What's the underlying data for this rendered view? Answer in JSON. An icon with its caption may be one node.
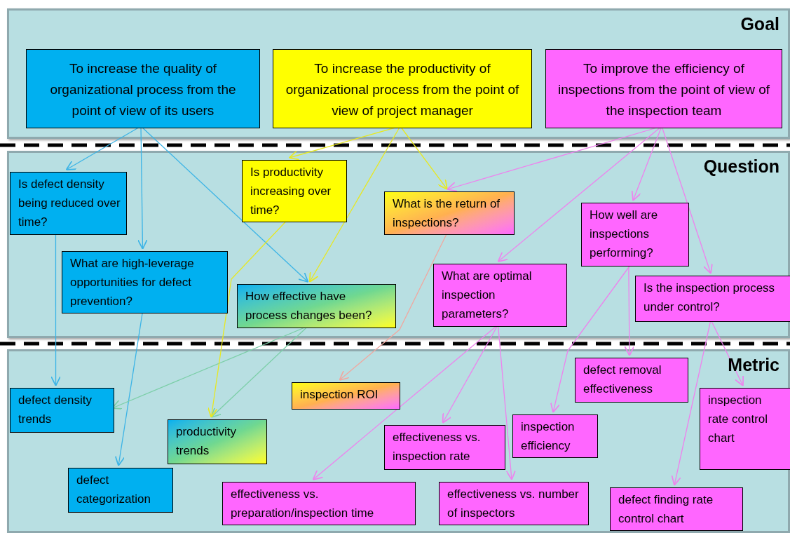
{
  "diagram": {
    "nodes": [
      {
        "text": [
          "Goal"
        ]
      },
      {
        "text": [
          "Question"
        ]
      },
      {
        "text": [
          "Metric"
        ]
      },
      {
        "text": [
          "To increase the quality of organizational process from the point of view of its users"
        ],
        "in": 0
      },
      {
        "text": [
          "To increase the productivity of organizational process from the point of view of project manager"
        ],
        "in": 0
      },
      {
        "text": [
          "To improve the efficiency of inspections from the point of view of the inspection team"
        ],
        "in": 0
      },
      {
        "text": [
          "Is defect density being reduced over time?"
        ],
        "in": 1
      },
      {
        "text": [
          "Is productivity increasing over time?"
        ],
        "in": 1
      },
      {
        "text": [
          "What is the return of inspections?"
        ],
        "in": 1
      },
      {
        "text": [
          "How well are inspections performing?"
        ],
        "in": 1
      },
      {
        "text": [
          "What are high-leverage opportunities for defect prevention?"
        ],
        "in": 1
      },
      {
        "text": [
          "What are optimal inspection parameters?"
        ],
        "in": 1
      },
      {
        "text": [
          "Is the inspection process under control?"
        ],
        "in": 1
      },
      {
        "text": [
          "How effective have process changes been?"
        ],
        "in": 1
      },
      {
        "text": [
          "defect removal effectiveness"
        ],
        "in": 2
      },
      {
        "text": [
          "defect density trends"
        ],
        "in": 2
      },
      {
        "text": [
          "inspection ROI"
        ],
        "in": 2
      },
      {
        "text": [
          "inspection rate control chart"
        ],
        "in": 2
      },
      {
        "text": [
          "inspection efficiency"
        ],
        "in": 2
      },
      {
        "text": [
          "productivity trends"
        ],
        "in": 2
      },
      {
        "text": [
          "effectiveness vs. inspection rate"
        ],
        "in": 2
      },
      {
        "text": [
          "defect categorization"
        ],
        "in": 2
      },
      {
        "text": [
          "effectiveness vs. preparation/inspection time"
        ],
        "in": 2
      },
      {
        "text": [
          "effectiveness vs. number of inspectors"
        ],
        "in": 2
      },
      {
        "text": [
          "defect finding rate control chart"
        ],
        "in": 2
      }
    ],
    "edges": [
      {
        "from": 3,
        "to": 6,
        "arrow": "to",
        "color": "#3cb4e6"
      },
      {
        "from": 3,
        "to": 10,
        "arrow": "to",
        "color": "#3cb4e6"
      },
      {
        "from": 3,
        "to": 13,
        "arrow": "to",
        "color": "#3cb4e6"
      },
      {
        "from": 4,
        "to": 7,
        "arrow": "to",
        "color": "#e8e820"
      },
      {
        "from": 4,
        "to": 13,
        "arrow": "to",
        "color": "#e8e820"
      },
      {
        "from": 4,
        "to": 8,
        "arrow": "to",
        "color": "#e8e820"
      },
      {
        "from": 5,
        "to": 8,
        "arrow": "to",
        "color": "#ee82ee"
      },
      {
        "from": 5,
        "to": 11,
        "arrow": "to",
        "color": "#ee82ee"
      },
      {
        "from": 5,
        "to": 9,
        "arrow": "to",
        "color": "#ee82ee"
      },
      {
        "from": 5,
        "to": 12,
        "arrow": "to",
        "color": "#ee82ee"
      },
      {
        "from": 6,
        "to": 15,
        "arrow": "to",
        "color": "#3cb4e6"
      },
      {
        "from": 10,
        "to": 21,
        "arrow": "to",
        "color": "#3cb4e6"
      },
      {
        "from": 13,
        "to": 15,
        "arrow": "to",
        "color": "#7ccfa8"
      },
      {
        "from": 13,
        "to": 19,
        "arrow": "to",
        "color": "#7ccfa8"
      },
      {
        "from": 7,
        "to": 19,
        "arrow": "to",
        "color": "#e8e820"
      },
      {
        "from": 8,
        "to": 16,
        "arrow": "to",
        "color": "#f0a8a0"
      },
      {
        "from": 11,
        "to": 22,
        "arrow": "to",
        "color": "#ee82ee"
      },
      {
        "from": 11,
        "to": 20,
        "arrow": "to",
        "color": "#ee82ee"
      },
      {
        "from": 11,
        "to": 23,
        "arrow": "to",
        "color": "#ee82ee"
      },
      {
        "from": 9,
        "to": 18,
        "arrow": "to",
        "color": "#ee82ee"
      },
      {
        "from": 9,
        "to": 14,
        "arrow": "to",
        "color": "#ee82ee"
      },
      {
        "from": 12,
        "to": 24,
        "arrow": "to",
        "color": "#ee82ee"
      },
      {
        "from": 12,
        "to": 17,
        "arrow": "to",
        "color": "#ee82ee"
      }
    ]
  }
}
